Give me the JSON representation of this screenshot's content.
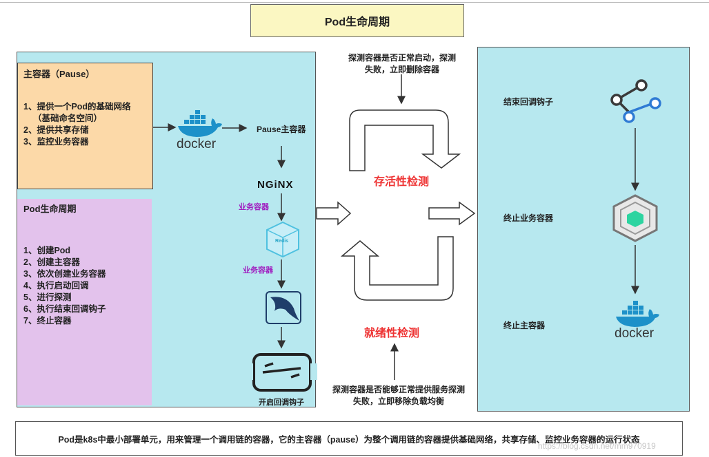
{
  "title": "Pod生命周期",
  "main_container": {
    "heading": "主容器（Pause）",
    "items": [
      "1、提供一个Pod的基础网络",
      "（基础命名空间）",
      "2、提供共享存储",
      "3、监控业务容器"
    ]
  },
  "lifecycle": {
    "heading": "Pod生命周期",
    "items": [
      "1、创建Pod",
      "2、创建主容器",
      "3、依次创建业务容器",
      "4、执行启动回调",
      "5、进行探测",
      "6、执行结束回调钩子",
      "7、终止容器"
    ]
  },
  "flow": {
    "docker_logo": "docker",
    "pause_label": "Pause主容器",
    "nginx_logo": "NGiNX",
    "business1": "业务容器",
    "redis_logo": "Redis",
    "business2": "业务容器",
    "start_hook": "开启回调钩子"
  },
  "probes": {
    "liveness_note_1": "探测容器是否正常启动，探测",
    "liveness_note_2": "失败，立即删除容器",
    "liveness": "存活性检测",
    "readiness": "就绪性检测",
    "readiness_note_1": "探测容器是否能够正常提供服务探测",
    "readiness_note_2": "失败，立即移除负载均衡"
  },
  "right": {
    "end_hook": "结束回调钩子",
    "stop_business": "终止业务容器",
    "stop_main": "终止主容器",
    "docker_logo": "docker"
  },
  "footer": "Pod是k8s中最小部署单元，用来管理一个调用链的容器，它的主容器（pause）为整个调用链的容器提供基础网络，共享存储、监控业务容器的运行状态",
  "watermark": "https://blog.csdn.net/mm970919",
  "colors": {
    "panel": "#b7e8ef",
    "orange": "#fcd9a8",
    "purple": "#e3c2ec",
    "title": "#fbf7c2",
    "red": "#ee3333",
    "docker_blue": "#1d91c9"
  }
}
